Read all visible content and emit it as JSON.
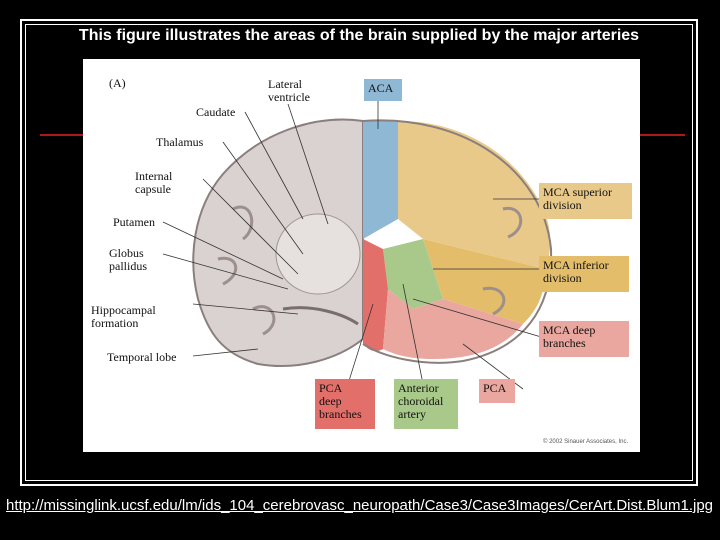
{
  "slide": {
    "title": "This figure illustrates the areas of the brain supplied by the major arteries",
    "footer_link": "http://missinglink.ucsf.edu/lm/ids_104_cerebrovasc_neuropath/Case3/Case3Images/CerArt.Dist.Blum1.jpg"
  },
  "figure": {
    "panel_label": "(A)",
    "left_labels": [
      "Lateral\nventricle",
      "Caudate",
      "Thalamus",
      "Internal\ncapsule",
      "Putamen",
      "Globus\npallidus",
      "Hippocampal\nformation",
      "Temporal lobe"
    ],
    "territories": [
      {
        "label": "ACA",
        "color": "#8fb8d4"
      },
      {
        "label": "MCA superior\ndivision",
        "color": "#e9c98a"
      },
      {
        "label": "MCA inferior\ndivision",
        "color": "#e3bd6a"
      },
      {
        "label": "MCA deep\nbranches",
        "color": "#e9a79f"
      },
      {
        "label": "PCA",
        "color": "#e9a79f"
      },
      {
        "label": "PCA\ndeep\nbranches",
        "color": "#e36f6a"
      },
      {
        "label": "Anterior\nchoroidal\nartery",
        "color": "#a9c98a"
      }
    ],
    "copyright": "© 2002 Sinauer Associates, Inc."
  },
  "colors": {
    "background": "#000000",
    "accent_line": "#b01818"
  }
}
